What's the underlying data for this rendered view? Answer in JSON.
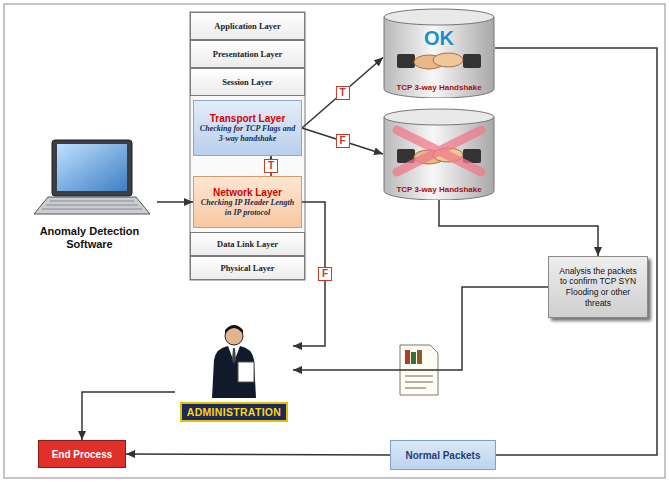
{
  "diagram": {
    "nodes": [
      {
        "text": [
          "Anomaly Detection Software"
        ]
      },
      {
        "text": [
          "Application Layer"
        ]
      },
      {
        "text": [
          "Presentation Layer"
        ]
      },
      {
        "text": [
          "Session Layer"
        ]
      },
      {
        "text": [
          "Transport Layer",
          "Checking for TCP Flags and 3-way handshake"
        ]
      },
      {
        "text": [
          "Network Layer",
          "Checking IP Header Length in IP protocol"
        ]
      },
      {
        "text": [
          "Data Link Layer"
        ]
      },
      {
        "text": [
          "Physical Layer"
        ]
      },
      {
        "text": [
          "OK",
          "TCP 3-way Handshake"
        ]
      },
      {
        "text": [
          "TCP 3-way Handshake"
        ]
      },
      {
        "text": [
          "Analysis the packets to confirm TCP SYN Flooding or other threats"
        ]
      },
      {
        "text": [
          "ADMINISTRATION"
        ]
      },
      {
        "text": [
          "End Process"
        ]
      },
      {
        "text": [
          "Normal Packets"
        ]
      }
    ],
    "edges": [
      {
        "from": 0,
        "to": 5,
        "arrow": "to"
      },
      {
        "from": 5,
        "to": 4,
        "label": "T",
        "arrow": "to"
      },
      {
        "from": 4,
        "to": 8,
        "label": "T",
        "arrow": "to"
      },
      {
        "from": 4,
        "to": 9,
        "label": "F",
        "arrow": "to"
      },
      {
        "from": 5,
        "to": 11,
        "label": "F",
        "arrow": "to"
      },
      {
        "from": 9,
        "to": 10,
        "arrow": "to"
      },
      {
        "from": 10,
        "to": 11,
        "arrow": "to"
      },
      {
        "from": 8,
        "to": 13,
        "arrow": "none"
      },
      {
        "from": 13,
        "to": 12,
        "arrow": "to"
      },
      {
        "from": 11,
        "to": 12,
        "arrow": "to"
      }
    ]
  }
}
